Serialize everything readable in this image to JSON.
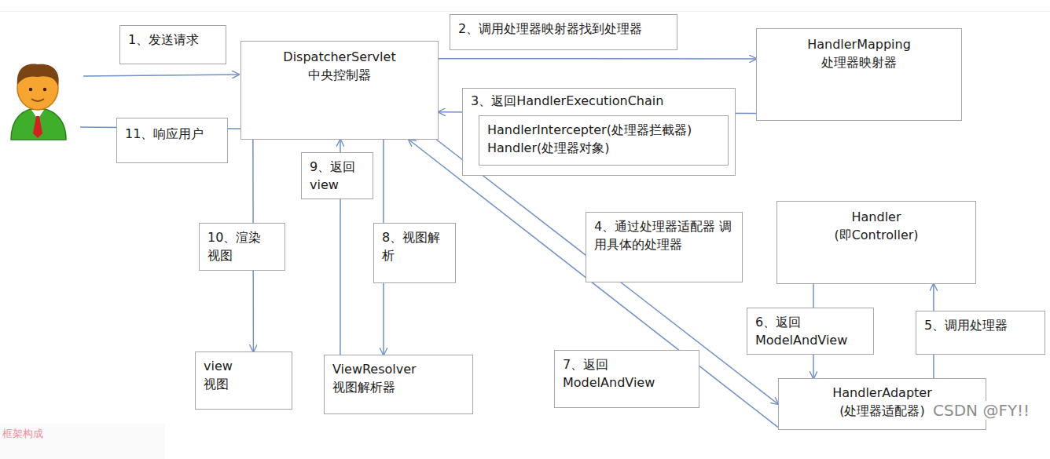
{
  "diagram": {
    "nodes": [
      {
        "text": [
          "1、发送请求"
        ]
      },
      {
        "text": [
          "DispatcherServlet",
          "中央控制器"
        ]
      },
      {
        "text": [
          "2、调用处理器映射器找到处理器"
        ]
      },
      {
        "text": [
          "HandlerMapping",
          "处理器映射器"
        ]
      },
      {
        "text": [
          "3、返回HandlerExecutionChain"
        ]
      },
      {
        "text": [
          "HandlerIntercepter(处理器拦截器)",
          "Handler(处理器对象)"
        ],
        "in": 4
      },
      {
        "text": [
          "11、响应用户"
        ]
      },
      {
        "text": [
          "9、返回 view"
        ]
      },
      {
        "text": [
          "10、渲染 视图"
        ]
      },
      {
        "text": [
          "8、视图解 析"
        ]
      },
      {
        "text": [
          "4、通过处理器适配器 调用具体的处理器"
        ]
      },
      {
        "text": [
          "Handler",
          "(即Controller)"
        ]
      },
      {
        "text": [
          "6、返回 ModelAndView"
        ]
      },
      {
        "text": [
          "5、调用处理器"
        ]
      },
      {
        "text": [
          "view",
          "视图"
        ]
      },
      {
        "text": [
          "ViewResolver",
          "视图解析器"
        ]
      },
      {
        "text": [
          "7、返回 ModelAndView"
        ]
      },
      {
        "text": [
          "HandlerAdapter",
          "(处理器适配器)"
        ]
      }
    ],
    "edges": [
      {
        "from": 1,
        "to": 3,
        "arrow": "to"
      },
      {
        "from": 3,
        "to": 1,
        "arrow": "to"
      },
      {
        "from": 1,
        "to": 17,
        "arrow": "to"
      },
      {
        "from": 17,
        "to": 11,
        "arrow": "to"
      },
      {
        "from": 11,
        "to": 17,
        "arrow": "to"
      },
      {
        "from": 17,
        "to": 1,
        "arrow": "to"
      },
      {
        "from": 1,
        "to": 15,
        "arrow": "to"
      },
      {
        "from": 15,
        "to": 1,
        "arrow": "to"
      },
      {
        "from": 1,
        "to": 14,
        "arrow": "to"
      }
    ],
    "labels": [
      "CSDN @FY!!",
      "框架构成"
    ]
  }
}
